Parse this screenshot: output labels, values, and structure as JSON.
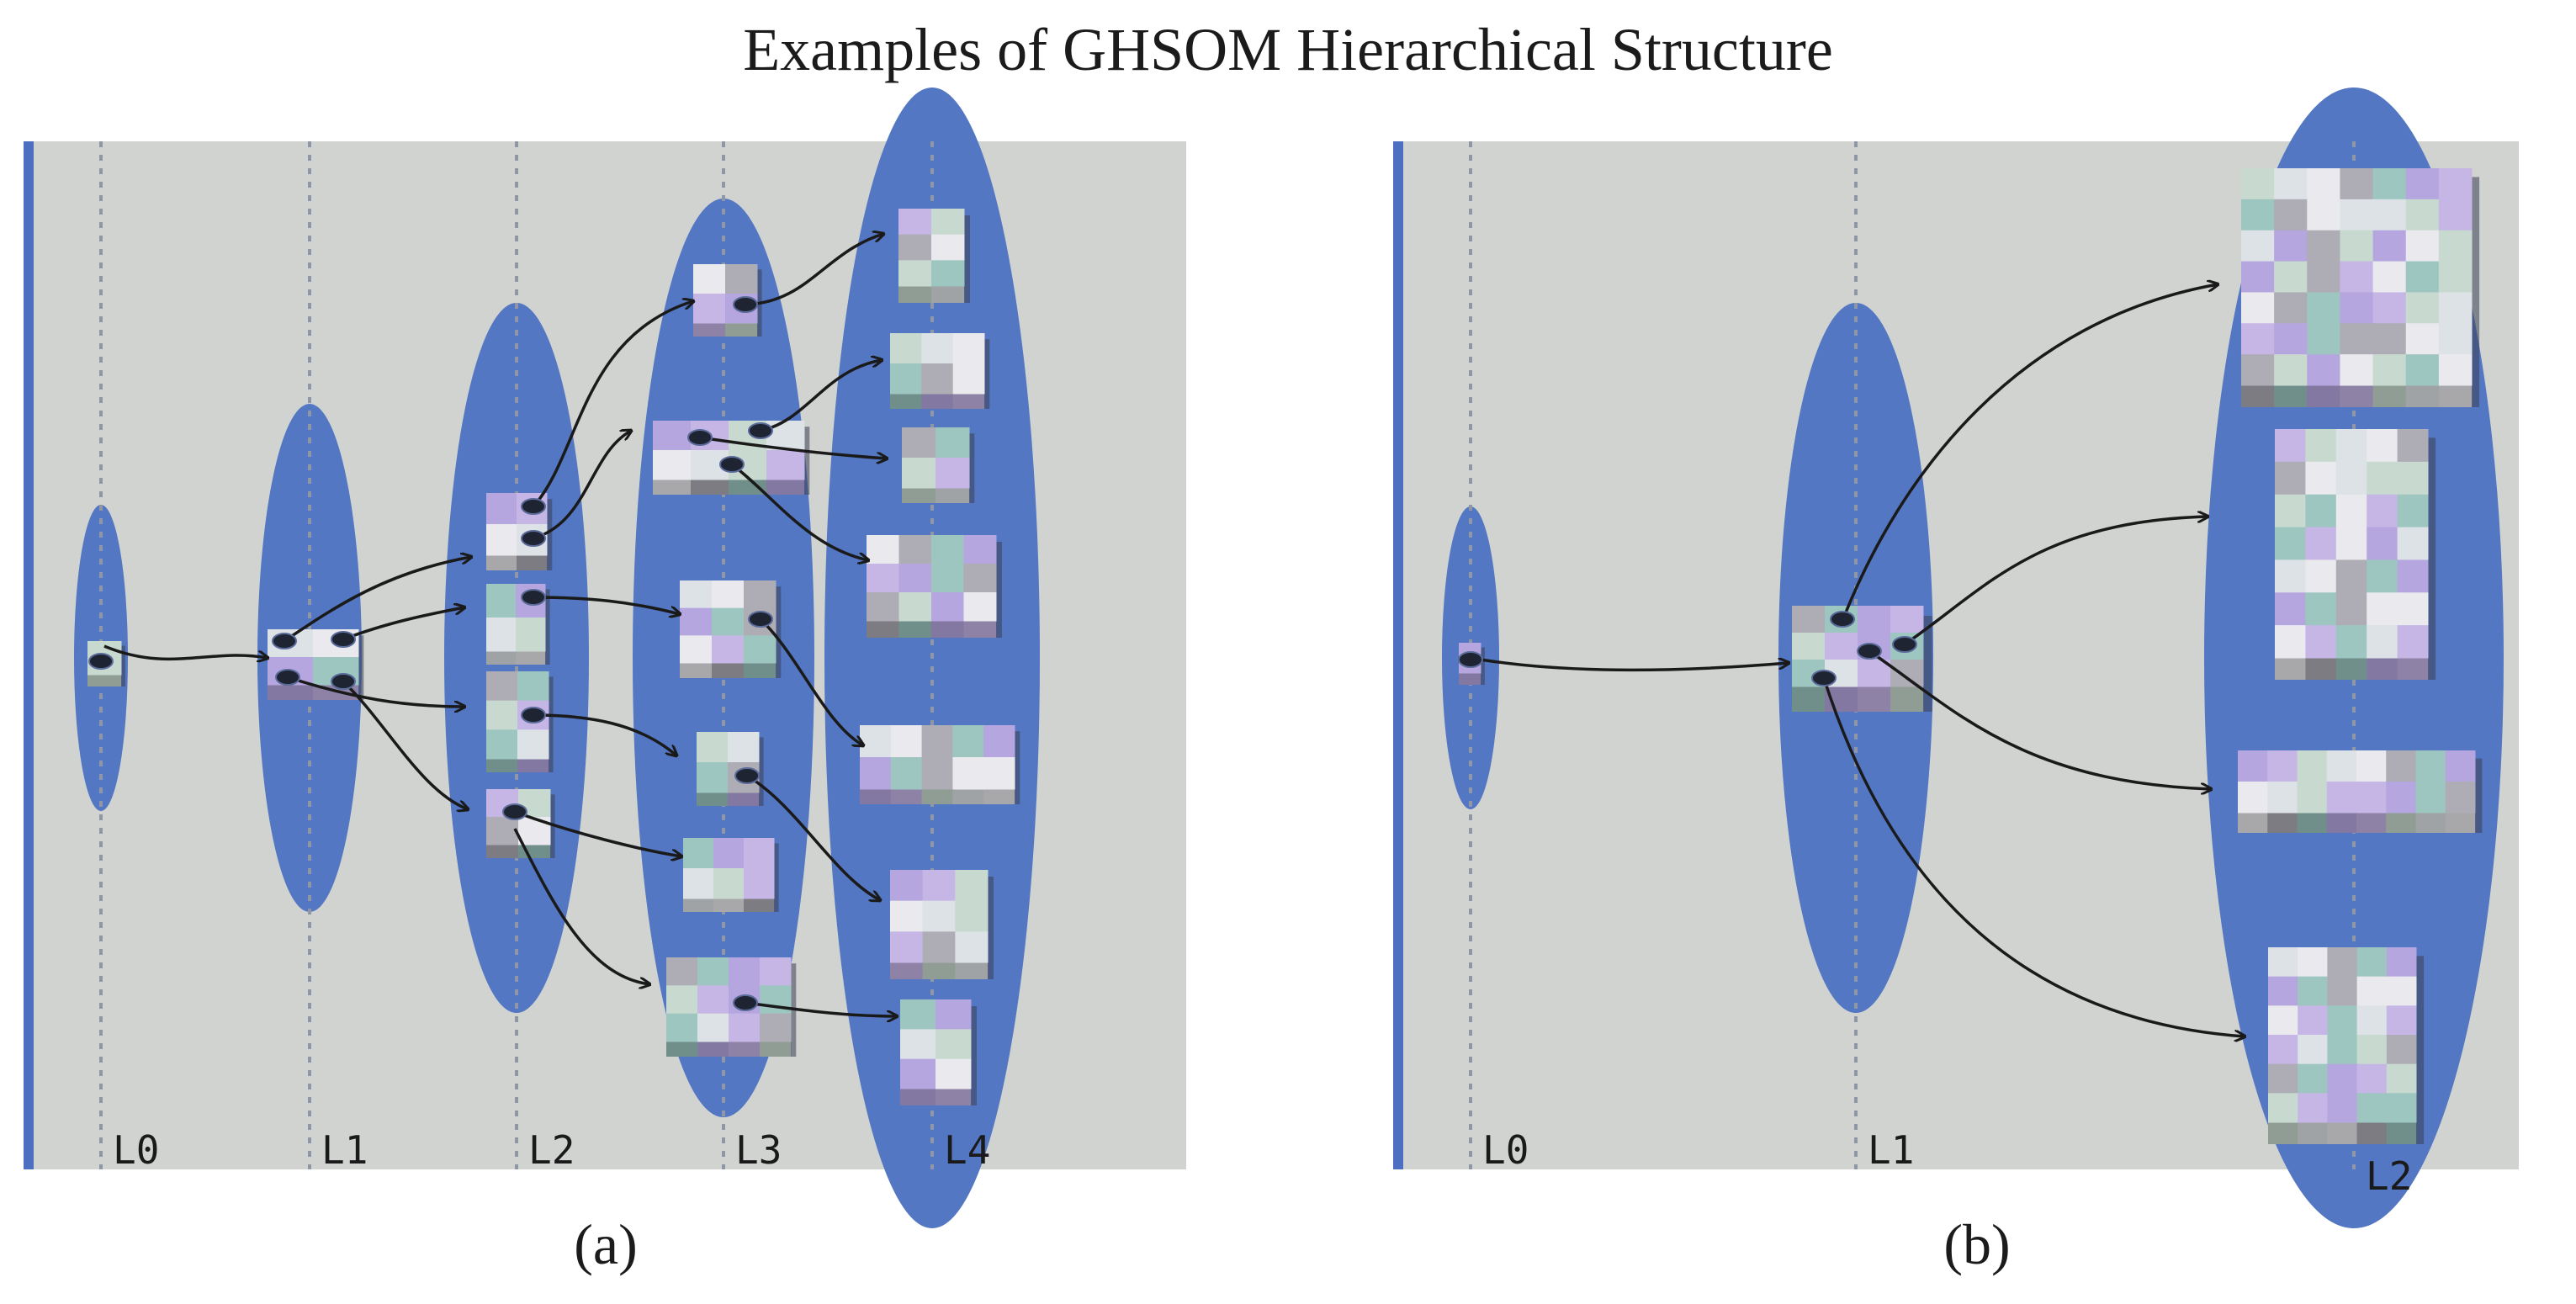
{
  "title": "Examples of GHSOM Hierarchical Structure",
  "colors": {
    "panel_bg": "#d1d3d1",
    "ellipse": "#5377c2",
    "left_bar": "#4d6fc1",
    "guide": "#8f96a6",
    "arrow": "#1a1a1a",
    "tile_palette": [
      "#e9e9ee",
      "#c8dacf",
      "#b5a6df",
      "#aeacb4",
      "#dde2e6",
      "#c5b6e6",
      "#9dc6c0"
    ]
  },
  "panels": [
    {
      "caption": "(a)",
      "levels": [
        "L0",
        "L1",
        "L2",
        "L3",
        "L4"
      ]
    },
    {
      "caption": "(b)",
      "levels": [
        "L0",
        "L1",
        "L2"
      ]
    }
  ]
}
